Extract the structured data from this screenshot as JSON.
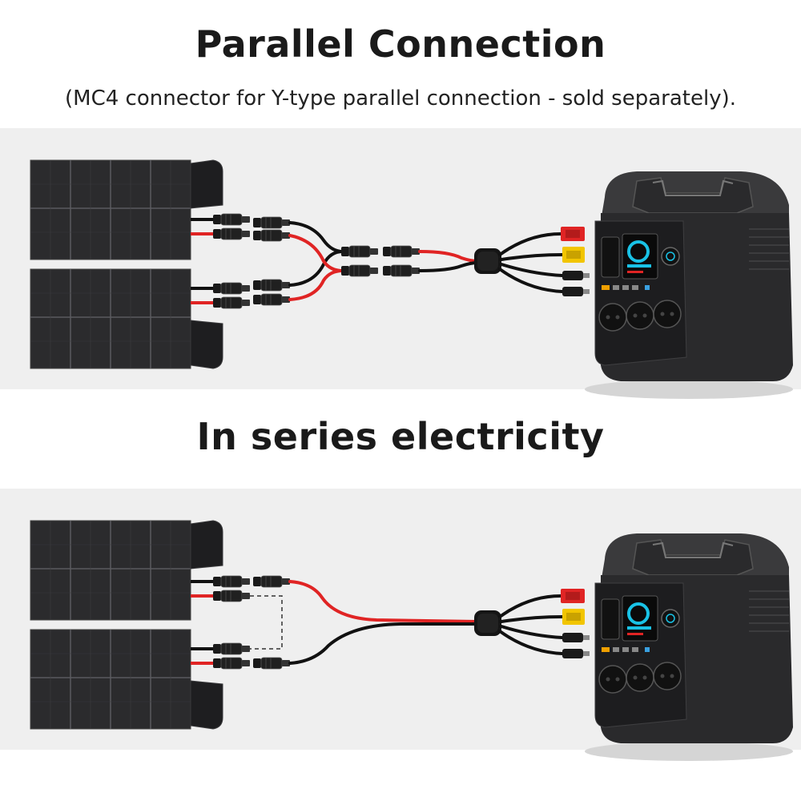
{
  "parallel": {
    "title": "Parallel Connection",
    "subtitle": "(MC4 connector for Y-type parallel connection - sold separately)."
  },
  "series": {
    "title": "In series electricity"
  },
  "colors": {
    "background": "#ffffff",
    "panel_area": "#efefef",
    "solar_panel": "#2b2b2d",
    "cable_red": "#e02424",
    "cable_black": "#111111",
    "station_body": "#2a2a2c",
    "screen_accent": "#19c2e6",
    "outlet_accent": "#f0a000"
  },
  "icons": {
    "solar_panel": "solar-panel-icon",
    "connector": "mc4-connector-icon",
    "power_station": "power-station-icon"
  }
}
